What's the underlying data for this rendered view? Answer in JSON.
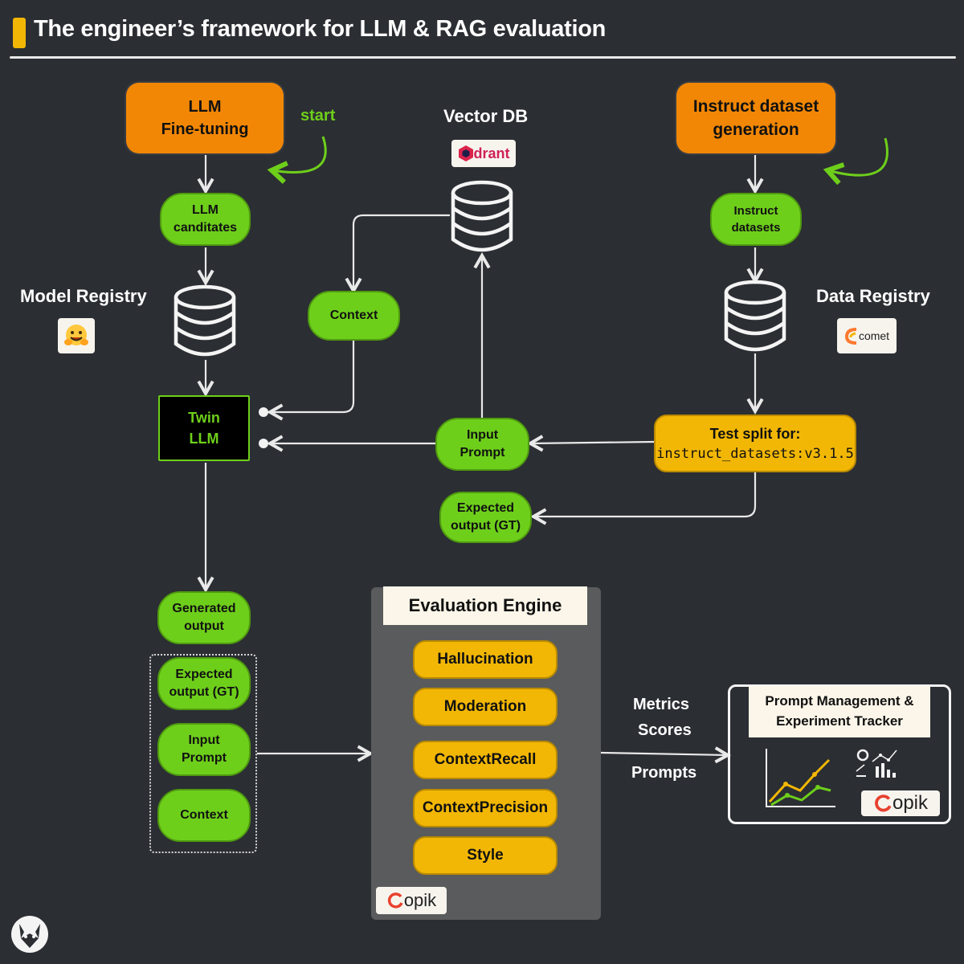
{
  "header": {
    "title": "The engineer’s framework for LLM & RAG evaluation"
  },
  "nodes": {
    "llm_finetuning": "LLM\nFine-tuning",
    "start": "start",
    "llm_candidates": "LLM\ncanditates",
    "model_registry": "Model Registry",
    "vector_db": "Vector DB",
    "qdrant_logo": "drant",
    "context": "Context",
    "twin_llm": "Twin\nLLM",
    "instruct_generation": "Instruct dataset\ngeneration",
    "instruct_datasets": "Instruct\ndatasets",
    "data_registry": "Data Registry",
    "comet_logo": "comet",
    "test_split_title": "Test split  for:",
    "test_split_version": "instruct_datasets:v3.1.5",
    "input_prompt": "Input\nPrompt",
    "expected_output": "Expected\noutput (GT)",
    "generated_output": "Generated\noutput",
    "group_expected": "Expected\noutput (GT)",
    "group_input": "Input\nPrompt",
    "group_context": "Context"
  },
  "engine": {
    "title": "Evaluation Engine",
    "metrics": [
      "Hallucination",
      "Moderation",
      "ContextRecall",
      "ContextPrecision",
      "Style"
    ],
    "logo": "opik"
  },
  "outputs": {
    "metrics": "Metrics",
    "scores": "Scores",
    "prompts": "Prompts"
  },
  "tracker": {
    "title": "Prompt Management &\nExperiment Tracker",
    "logo": "opik"
  },
  "colors": {
    "orange": "#f28705",
    "green": "#6ecf1b",
    "yellow": "#f2b705",
    "background": "#2b2e33"
  }
}
